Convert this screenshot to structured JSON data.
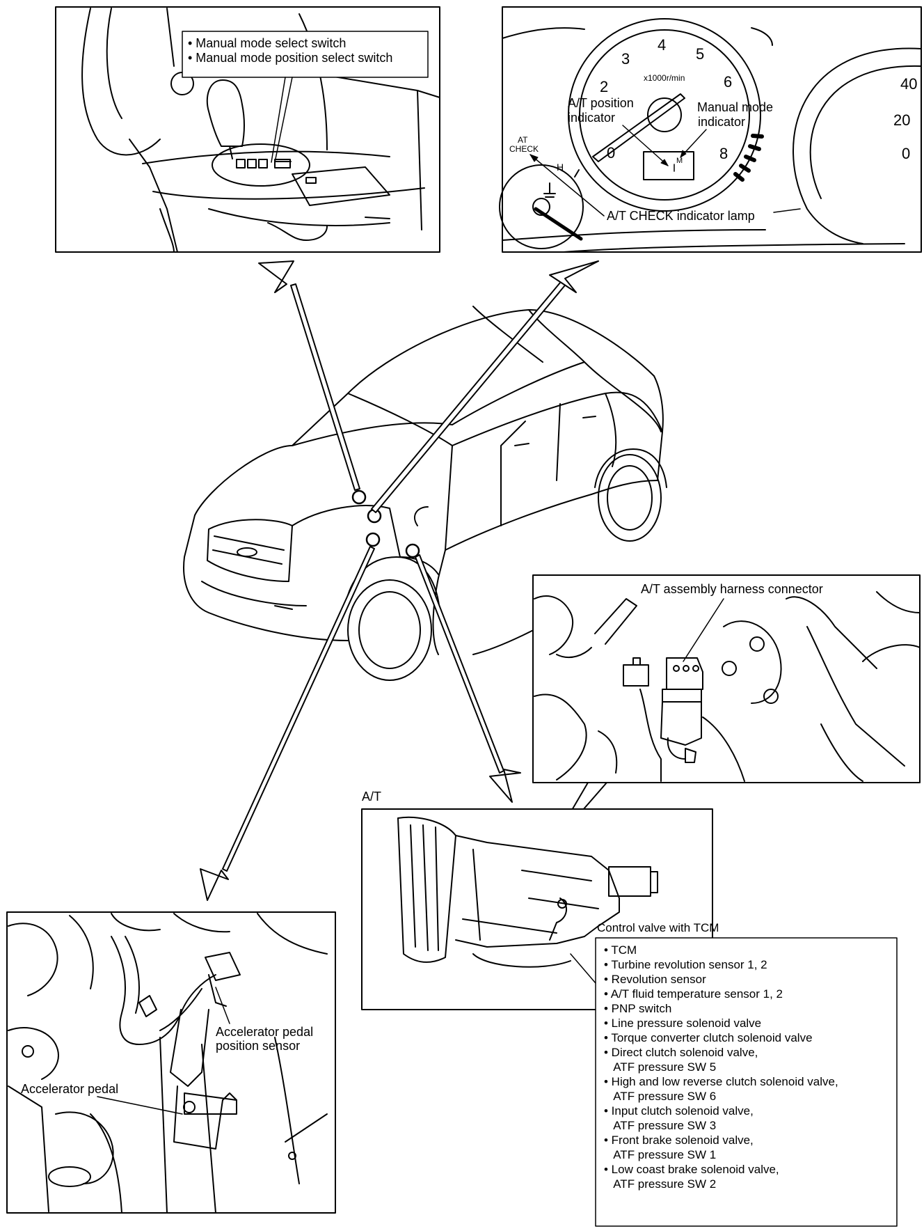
{
  "shifter_panel": {
    "callout_lines": [
      "• Manual mode select switch",
      "• Manual mode position select switch"
    ]
  },
  "meter_panel": {
    "tach_numbers": [
      "0",
      "2",
      "3",
      "4",
      "5",
      "6",
      "8"
    ],
    "tach_unit": "x1000r/min",
    "speed_numbers": [
      "40",
      "20",
      "0"
    ],
    "gauge_marks": {
      "at_check": [
        "AT",
        "CHECK"
      ],
      "h": "H"
    },
    "m_mark": "M",
    "at_position_indicator": [
      "A/T position",
      "indicator"
    ],
    "manual_mode_indicator": [
      "Manual mode",
      "indicator"
    ],
    "at_check_lamp": "A/T CHECK indicator lamp"
  },
  "harness_panel": {
    "label": "A/T assembly harness connector"
  },
  "at_panel": {
    "title": "A/T",
    "control_valve_label": "Control valve with TCM"
  },
  "components_list": [
    "• TCM",
    "• Turbine revolution sensor 1, 2",
    "• Revolution sensor",
    "• A/T fluid temperature sensor 1, 2",
    "• PNP switch",
    "• Line pressure solenoid valve",
    "• Torque converter clutch solenoid valve",
    "• Direct clutch solenoid valve,",
    "   ATF pressure SW 5",
    "• High and low reverse clutch solenoid valve,",
    "   ATF pressure SW 6",
    "• Input clutch solenoid valve,",
    "   ATF pressure SW 3",
    "• Front brake solenoid valve,",
    "   ATF pressure SW 1",
    "• Low coast brake solenoid valve,",
    "   ATF pressure SW 2"
  ],
  "pedal_panel": {
    "sensor_label": [
      "Accelerator pedal",
      "position sensor"
    ],
    "pedal_label": "Accelerator pedal"
  }
}
